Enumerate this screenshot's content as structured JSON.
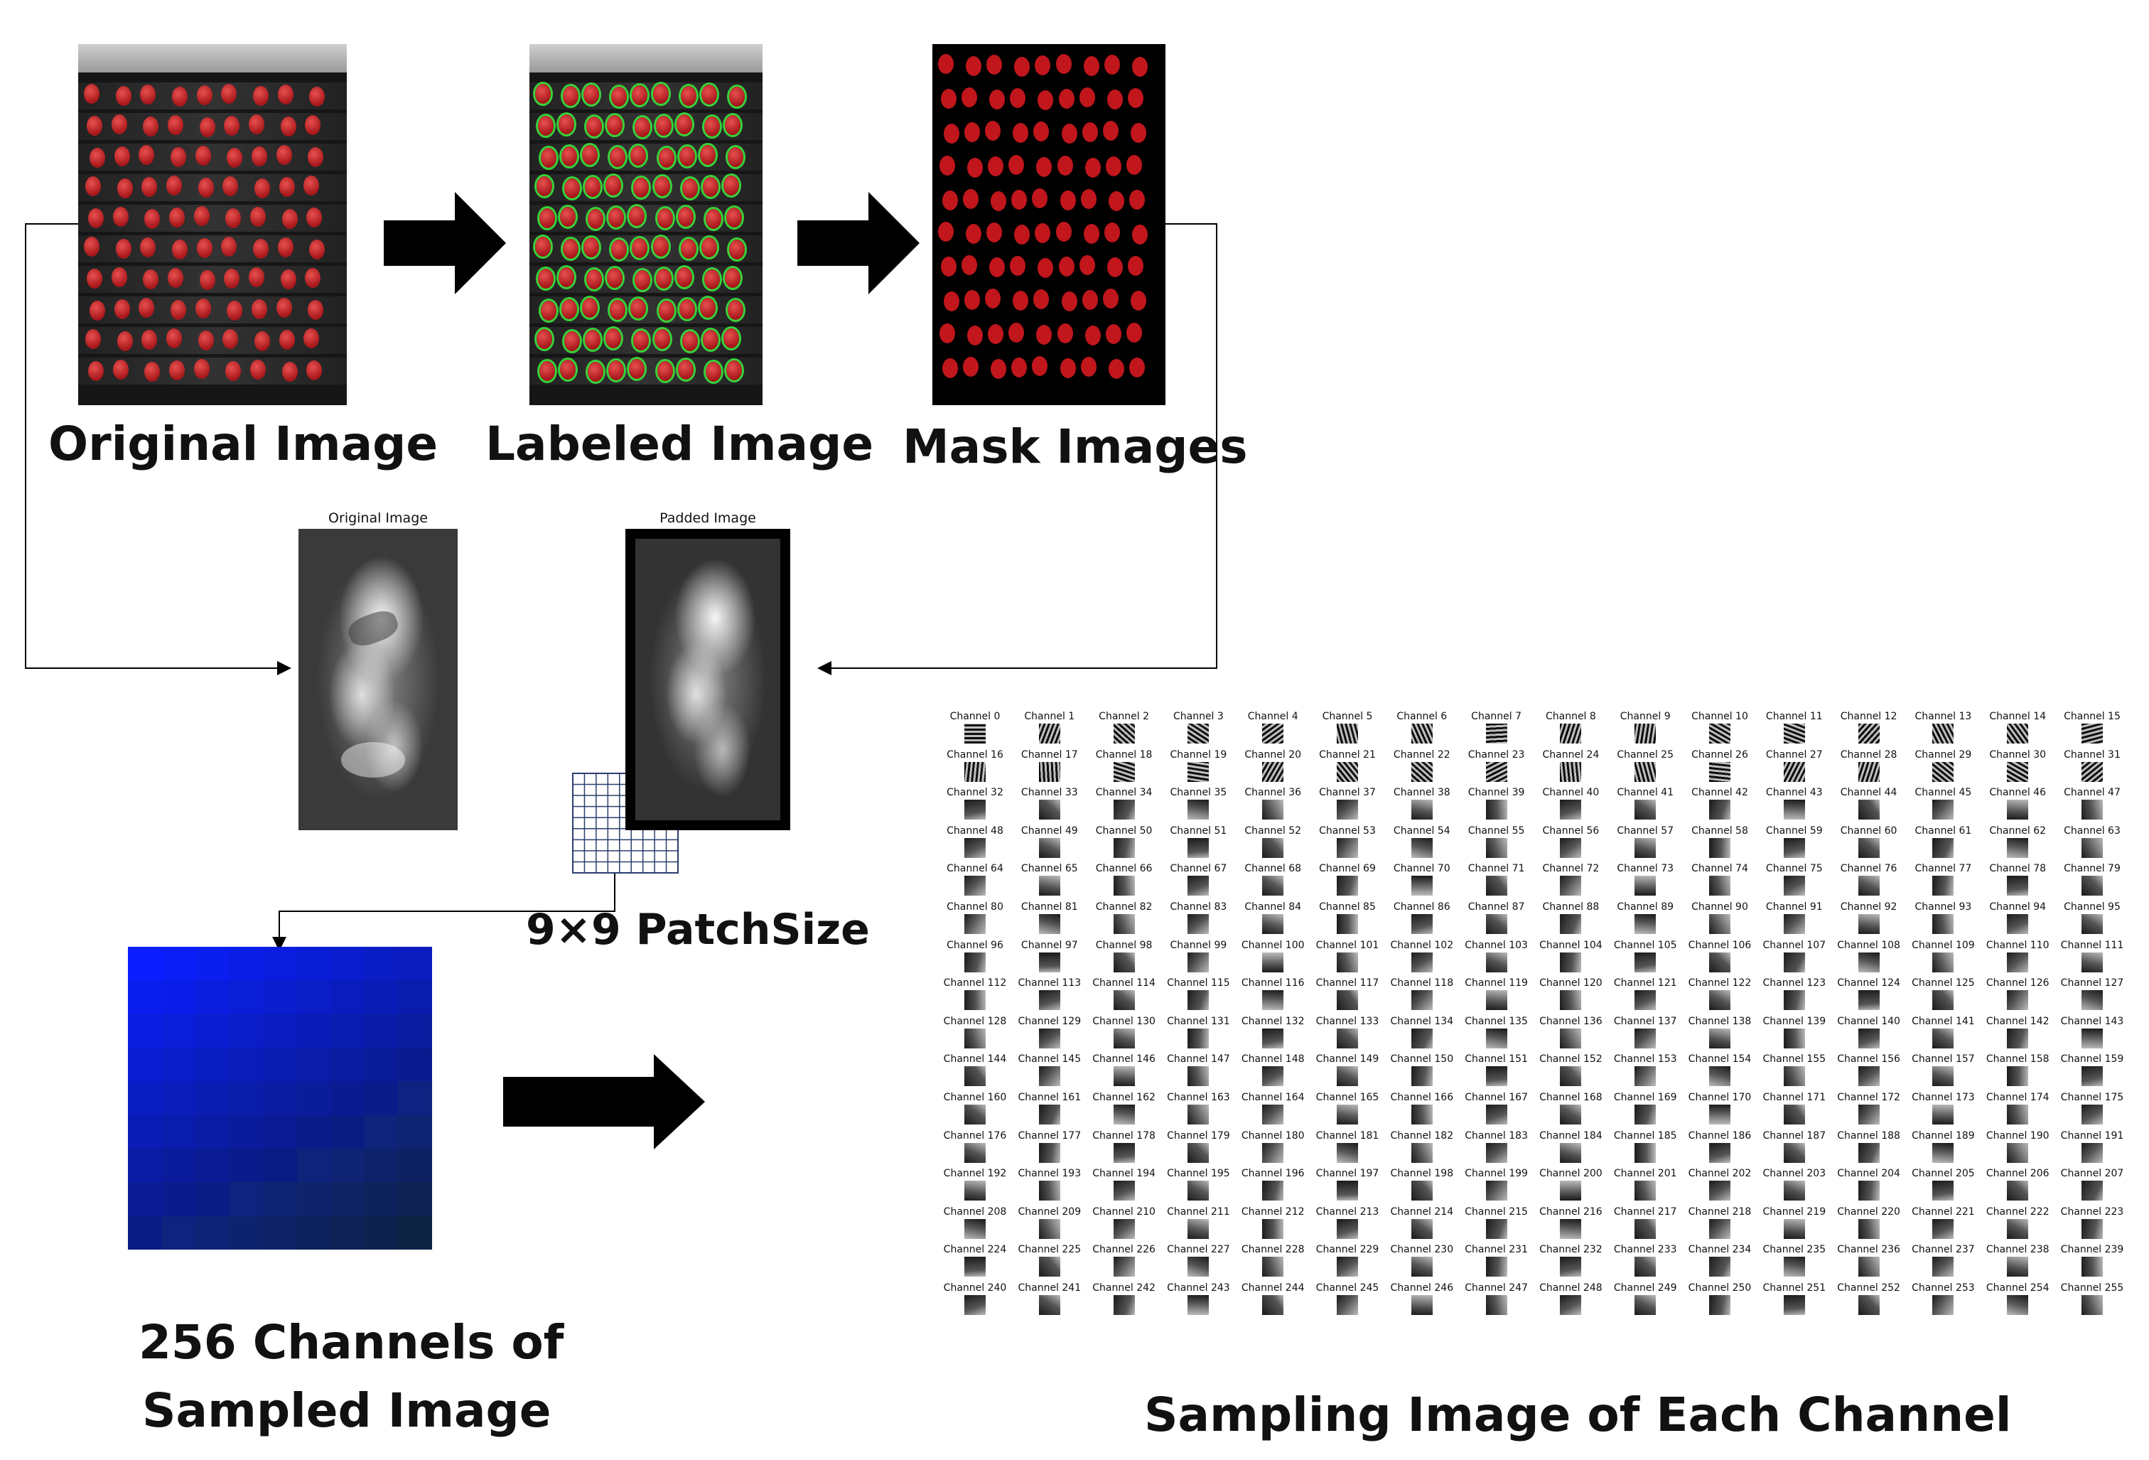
{
  "labels": {
    "original_image": "Original Image",
    "labeled_image": "Labeled Image",
    "mask_images": "Mask Images",
    "original_image_small": "Original Image",
    "padded_image_small": "Padded Image",
    "patch_size": "9×9 PatchSize",
    "channels_title_line1": "256 Channels of",
    "channels_title_line2": "Sampled Image",
    "sampling_title": "Sampling Image of Each Channel"
  },
  "channel_prefix": "Channel",
  "channel_count": 256,
  "channels_per_row": 16,
  "colors": {
    "seed_red": "#c0161c",
    "label_green": "#36d33a",
    "tray_dark": "#161616",
    "grid_blue": "#2b3e6e"
  }
}
